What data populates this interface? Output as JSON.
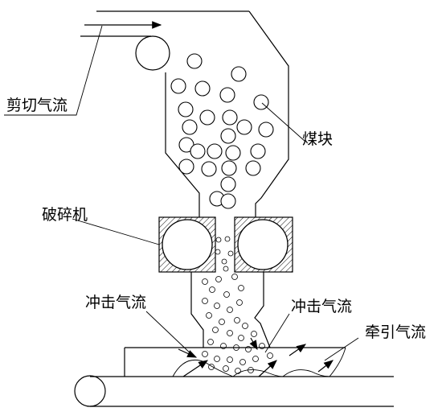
{
  "labels": {
    "shear_airflow": "剪切气流",
    "coal_lumps": "煤块",
    "crusher": "破碎机",
    "impact_airflow_left": "冲击气流",
    "impact_airflow_right": "冲击气流",
    "traction_airflow": "牵引气流"
  }
}
